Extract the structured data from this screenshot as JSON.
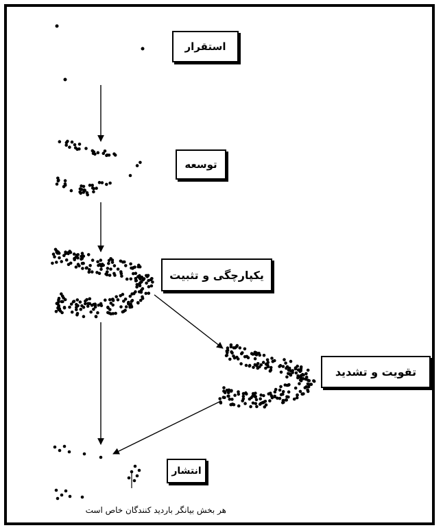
{
  "stages": [
    {
      "key": "settlement",
      "label": "استقرار"
    },
    {
      "key": "expansion",
      "label": "توسعه"
    },
    {
      "key": "integration",
      "label": "یکپارچگی و تثبیت"
    },
    {
      "key": "intensification",
      "label": "تقویت و تشدید"
    },
    {
      "key": "dispersion",
      "label": "انتشار"
    }
  ],
  "caption": "هر بخش بیانگر باردید کنندگان خاص است",
  "colors": {
    "ink": "#000000",
    "background": "#ffffff"
  }
}
